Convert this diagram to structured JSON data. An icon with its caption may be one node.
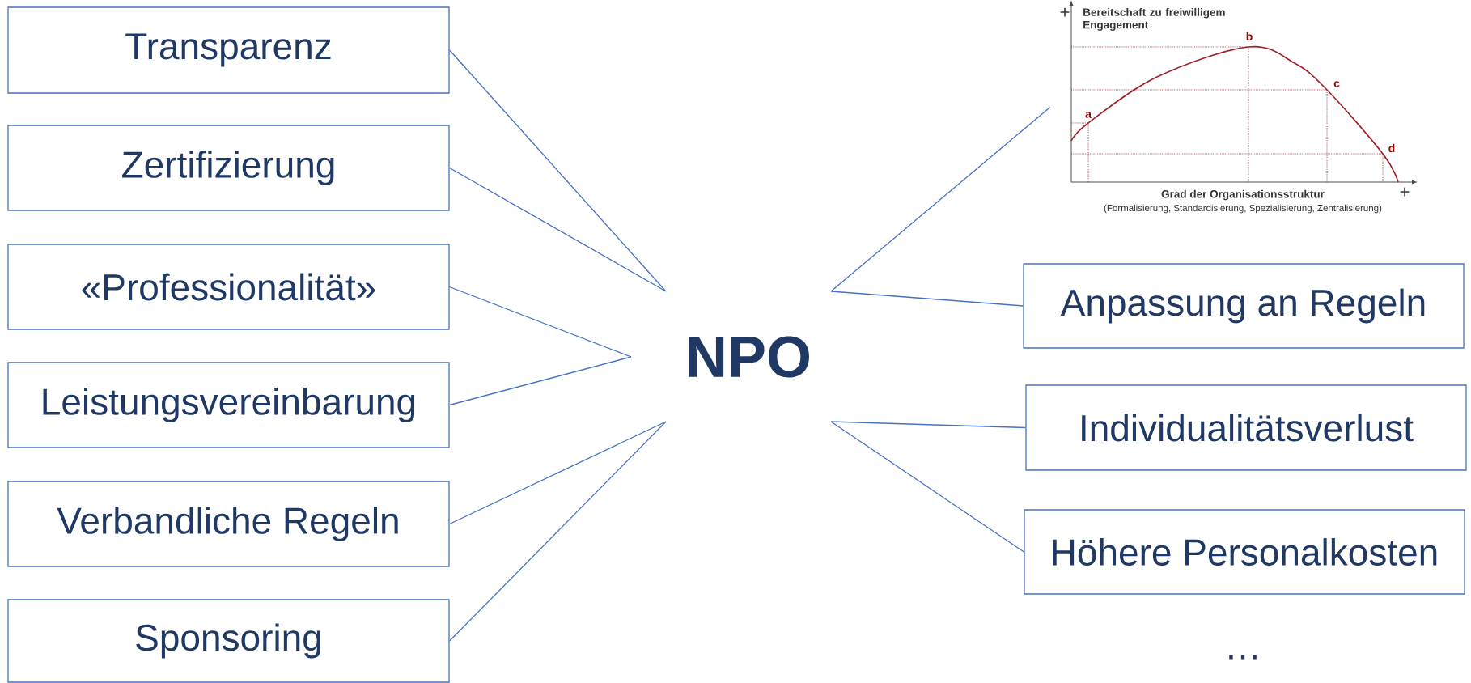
{
  "diagram": {
    "nodes": [
      {
        "text": [
          "Transparenz"
        ]
      },
      {
        "text": [
          "Zertifizierung"
        ]
      },
      {
        "text": [
          "«Professionalität»"
        ]
      },
      {
        "text": [
          "Leistungsvereinbarung"
        ]
      },
      {
        "text": [
          "Verbandliche Regeln"
        ]
      },
      {
        "text": [
          "Sponsoring"
        ]
      },
      {
        "text": [
          "NPO"
        ]
      },
      {
        "text": [
          "Anpassung an Regeln"
        ]
      },
      {
        "text": [
          "Individualitätsverlust"
        ]
      },
      {
        "text": [
          "Höhere Personalkosten"
        ]
      },
      {
        "text": [],
        "shape": "picture"
      }
    ],
    "edges": [
      {
        "from": 0,
        "to": 6,
        "arrow": "none"
      },
      {
        "from": 1,
        "to": 6,
        "arrow": "none"
      },
      {
        "from": 2,
        "to": 6,
        "arrow": "none"
      },
      {
        "from": 3,
        "to": 6,
        "arrow": "none"
      },
      {
        "from": 4,
        "to": 6,
        "arrow": "none"
      },
      {
        "from": 5,
        "to": 6,
        "arrow": "none"
      },
      {
        "from": 6,
        "to": 10,
        "arrow": "none"
      },
      {
        "from": 6,
        "to": 7,
        "arrow": "none"
      },
      {
        "from": 6,
        "to": 8,
        "arrow": "none"
      },
      {
        "from": 6,
        "to": 9,
        "arrow": "none"
      }
    ],
    "labels": [
      "+",
      "Bereitschaft zu freiwilligem Engagement",
      "b",
      "c",
      "a",
      "d",
      "Grad der Organisationsstruktur",
      "+",
      "(Formalisierung, Standardisierung, Spezialisierung, Zentralisierung)",
      "…"
    ]
  }
}
